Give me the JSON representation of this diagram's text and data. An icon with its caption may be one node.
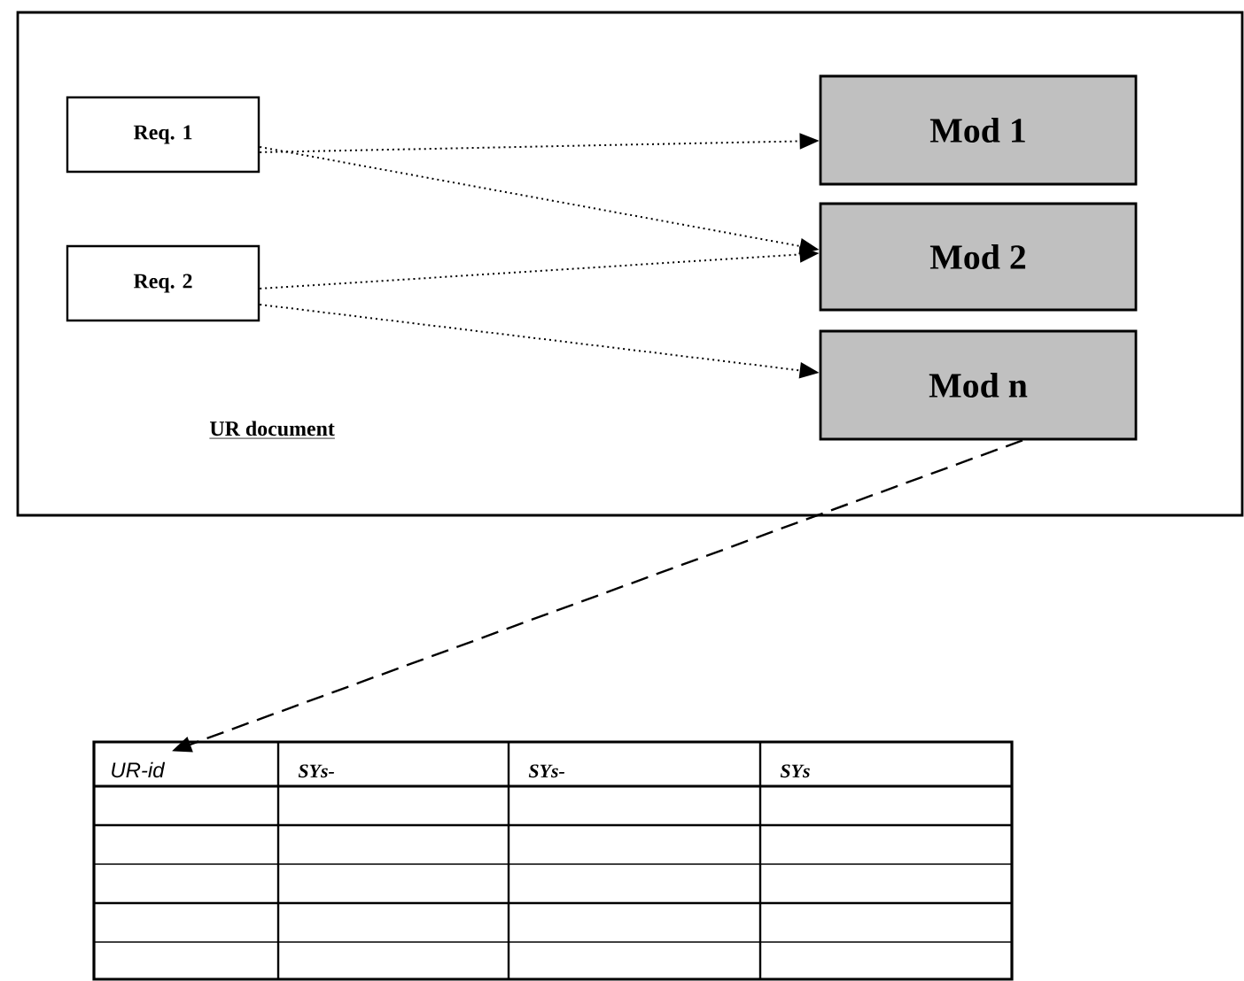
{
  "diagram": {
    "nodes": [
      {
        "text": [
          "UR document"
        ]
      },
      {
        "text": [
          "Req. 1"
        ],
        "in": 0
      },
      {
        "text": [
          "Req. 2"
        ],
        "in": 0
      },
      {
        "text": [
          "Mod 1"
        ],
        "in": 0
      },
      {
        "text": [
          "Mod 2"
        ],
        "in": 0
      },
      {
        "text": [
          "Mod n"
        ],
        "in": 0
      },
      {
        "text": [],
        "shape": "box"
      }
    ],
    "edges": [
      {
        "from": 1,
        "to": 4,
        "arrow": "to"
      },
      {
        "from": 1,
        "to": 3,
        "arrow": "to"
      },
      {
        "from": 2,
        "to": 4,
        "arrow": "to"
      },
      {
        "from": 2,
        "to": 5,
        "arrow": "to"
      },
      {
        "from": 5,
        "to": 6,
        "arrow": "to",
        "style": "dashed"
      }
    ],
    "labels": [
      "UR-id",
      "SYs-",
      "SYs-",
      "SYs"
    ]
  }
}
